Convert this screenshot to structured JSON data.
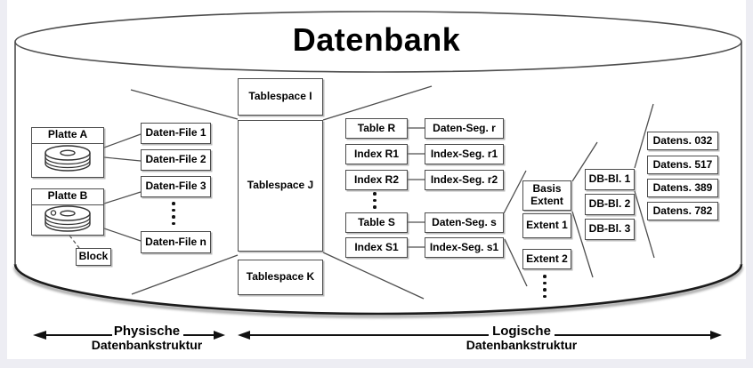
{
  "title": "Datenbank",
  "physical": {
    "disk_a": "Platte A",
    "disk_b": "Platte B",
    "block": "Block",
    "files": [
      "Daten-File 1",
      "Daten-File 2",
      "Daten-File 3",
      "Daten-File n"
    ]
  },
  "tablespaces": [
    "Tablespace I",
    "Tablespace J",
    "Tablespace K"
  ],
  "segments": [
    {
      "object": "Table R",
      "segment": "Daten-Seg. r"
    },
    {
      "object": "Index R1",
      "segment": "Index-Seg. r1"
    },
    {
      "object": "Index R2",
      "segment": "Index-Seg. r2"
    },
    {
      "object": "Table S",
      "segment": "Daten-Seg. s"
    },
    {
      "object": "Index S1",
      "segment": "Index-Seg. s1"
    }
  ],
  "extents": {
    "basis_line1": "Basis",
    "basis_line2": "Extent",
    "items": [
      "Extent 1",
      "Extent 2"
    ]
  },
  "db_blocks": [
    "DB-Bl. 1",
    "DB-Bl. 2",
    "DB-Bl. 3"
  ],
  "records": [
    "Datens. 032",
    "Datens. 517",
    "Datens. 389",
    "Datens. 782"
  ],
  "legend": {
    "physical_line1": "Physische",
    "physical_line2": "Datenbankstruktur",
    "logical_line1": "Logische",
    "logical_line2": "Datenbankstruktur"
  },
  "colors": {
    "line": "#4d4d4d",
    "box_border": "#4d4d4d",
    "text": "#000000",
    "background": "#ffffff",
    "page_edge": "#ededf3"
  }
}
